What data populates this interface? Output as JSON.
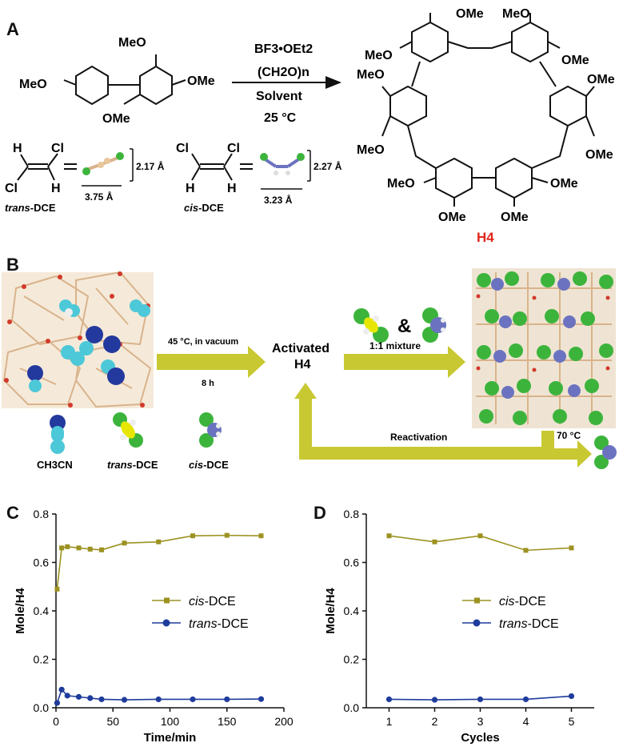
{
  "panels": {
    "a": "A",
    "b": "B",
    "c": "C",
    "d": "D"
  },
  "scheme_a": {
    "reactant_labels": [
      "MeO",
      "MeO",
      "OMe",
      "OMe"
    ],
    "conditions": [
      "BF3•OEt2",
      "(CH2O)n",
      "Solvent",
      "25 °C"
    ],
    "product_substituents": [
      "OMe",
      "MeO",
      "MeO",
      "OMe",
      "MeO",
      "OMe",
      "MeO",
      "OMe",
      "MeO",
      "OMe",
      "OMe",
      "OMe"
    ],
    "product_name": "H4",
    "product_name_color": "#e0261c",
    "trans_dce": {
      "atoms": [
        "Cl",
        "Cl",
        "H",
        "H"
      ],
      "name_italic": "trans",
      "name_rest": "-DCE",
      "dim_length": "3.75 Å",
      "dim_height": "2.17 Å"
    },
    "cis_dce": {
      "atoms": [
        "Cl",
        "Cl",
        "H",
        "H"
      ],
      "name_italic": "cis",
      "name_rest": "-DCE",
      "dim_length": "3.23 Å",
      "dim_height": "2.27 Å"
    }
  },
  "scheme_b": {
    "arrow1_top": "45 °C, in vacuum",
    "arrow1_bottom": "8 h",
    "center_label_line1": "Activated",
    "center_label_line2": "H4",
    "ampersand": "&",
    "arrow2_label": "1:1 mixture",
    "return_label": "Reactivation",
    "temp_label": "70 °C",
    "legend": [
      {
        "italic": "",
        "text": "CH3CN"
      },
      {
        "italic": "trans",
        "text": "-DCE"
      },
      {
        "italic": "cis",
        "text": "-DCE"
      }
    ],
    "colors": {
      "arrow": "#c8c832",
      "stick": "#d9b38c",
      "oxygen": "#d2392b",
      "chlorine": "#3cb43c",
      "nitrogen": "#23399e",
      "carbon_cyan": "#4dc8d8"
    }
  },
  "chart_data": [
    {
      "type": "line",
      "xlabel": "Time/min",
      "ylabel": "Mole/H4",
      "xlim": [
        0,
        200
      ],
      "ylim": [
        0,
        0.8
      ],
      "xticks": [
        0,
        50,
        100,
        150,
        200
      ],
      "yticks": [
        0.0,
        0.2,
        0.4,
        0.6,
        0.8
      ],
      "grid": false,
      "legend_position": "center-right",
      "series": [
        {
          "name_italic": "cis",
          "name_rest": "-DCE",
          "color": "#9c9222",
          "marker": "square",
          "x": [
            1,
            5,
            10,
            20,
            30,
            40,
            60,
            90,
            120,
            150,
            180
          ],
          "y": [
            0.49,
            0.66,
            0.665,
            0.66,
            0.655,
            0.652,
            0.68,
            0.685,
            0.71,
            0.712,
            0.71
          ]
        },
        {
          "name_italic": "trans",
          "name_rest": "-DCE",
          "color": "#1f3c9c",
          "marker": "circle",
          "x": [
            1,
            5,
            10,
            20,
            30,
            40,
            60,
            90,
            120,
            150,
            180
          ],
          "y": [
            0.02,
            0.075,
            0.05,
            0.045,
            0.04,
            0.035,
            0.033,
            0.035,
            0.035,
            0.035,
            0.036
          ]
        }
      ]
    },
    {
      "type": "line",
      "xlabel": "Cycles",
      "ylabel": "Mole/H4",
      "xlim": [
        0.5,
        5.5
      ],
      "ylim": [
        0,
        0.8
      ],
      "xticks": [
        1,
        2,
        3,
        4,
        5
      ],
      "yticks": [
        0.0,
        0.2,
        0.4,
        0.6,
        0.8
      ],
      "grid": false,
      "legend_position": "center-right",
      "series": [
        {
          "name_italic": "cis",
          "name_rest": "-DCE",
          "color": "#9c9222",
          "marker": "square",
          "x": [
            1,
            2,
            3,
            4,
            5
          ],
          "y": [
            0.71,
            0.685,
            0.71,
            0.65,
            0.66
          ]
        },
        {
          "name_italic": "trans",
          "name_rest": "-DCE",
          "color": "#1f3c9c",
          "marker": "circle",
          "x": [
            1,
            2,
            3,
            4,
            5
          ],
          "y": [
            0.035,
            0.033,
            0.035,
            0.035,
            0.048
          ]
        }
      ]
    }
  ]
}
